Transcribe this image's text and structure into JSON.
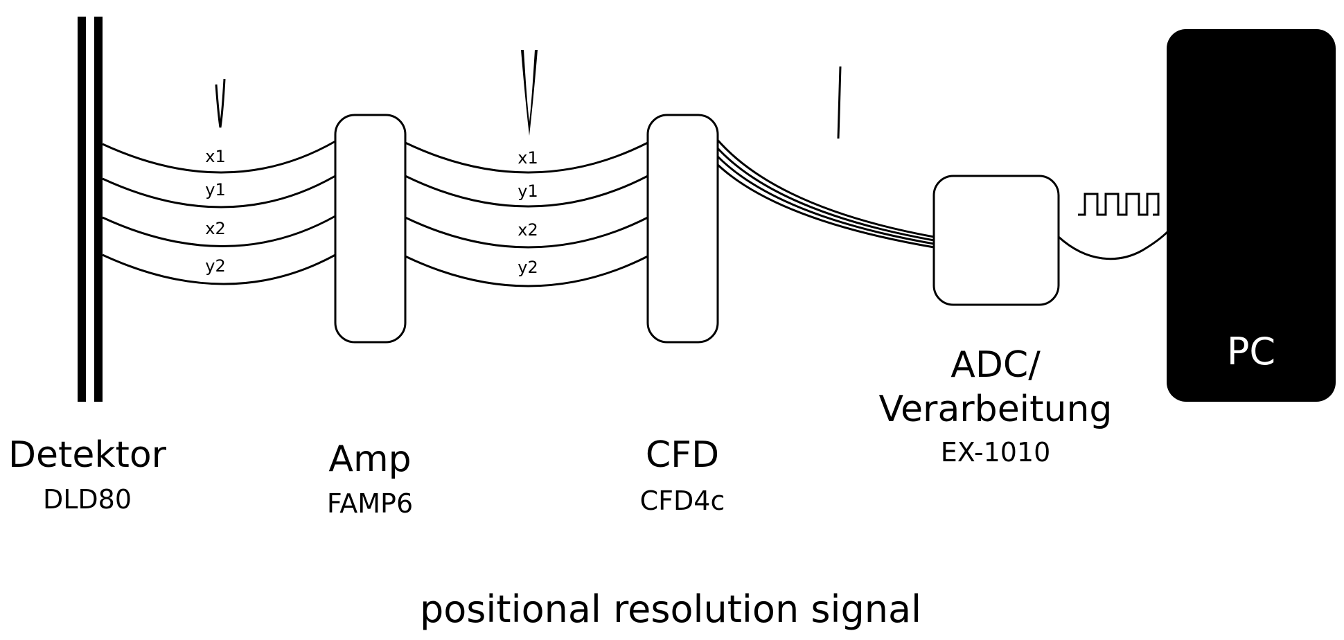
{
  "detector": {
    "title": "Detektor",
    "model": "DLD80"
  },
  "amp": {
    "title": "Amp",
    "model": "FAMP6"
  },
  "cfd": {
    "title": "CFD",
    "model": "CFD4c"
  },
  "adc": {
    "title_line1": "ADC/",
    "title_line2": "Verarbeitung",
    "model": "EX-1010"
  },
  "pc": {
    "label": "PC"
  },
  "channels": [
    "x1",
    "y1",
    "x2",
    "y2"
  ],
  "caption": "positional resolution signal",
  "colors": {
    "ink": "#000000",
    "background": "#ffffff",
    "pc_text": "#ffffff"
  }
}
